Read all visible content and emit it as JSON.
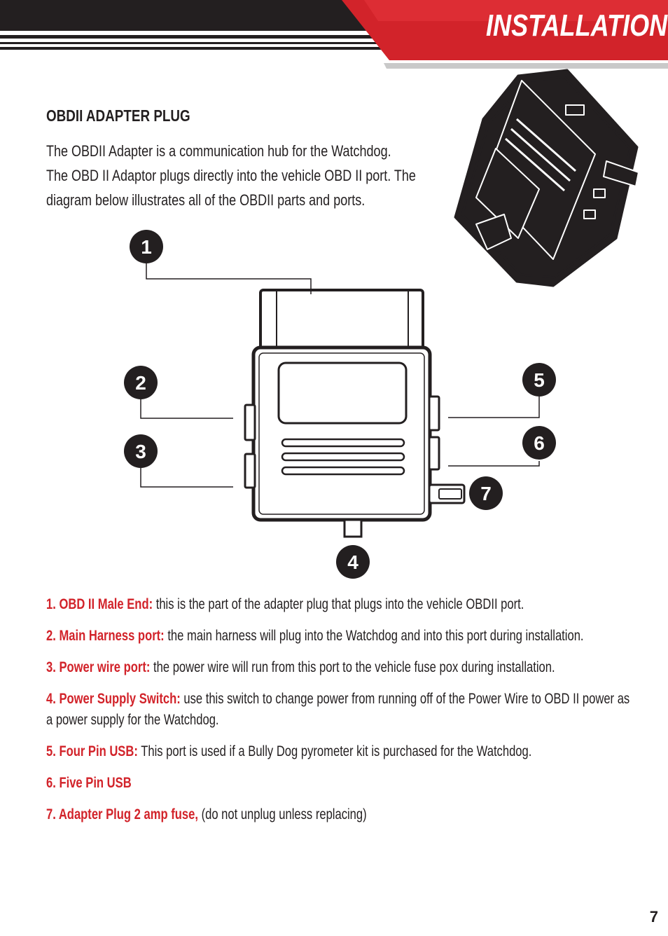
{
  "header": {
    "title": "INSTALLATION",
    "accent_color": "#d2232a",
    "bar_color": "#231f20"
  },
  "section": {
    "title": "OBDII ADAPTER PLUG"
  },
  "intro": {
    "lines": [
      "The OBDII Adapter is a communication hub for the Watchdog.",
      "The OBD II Adaptor plugs directly into the vehicle OBD II port. The",
      "diagram below illustrates all of the OBDII parts and ports."
    ]
  },
  "callouts": [
    "1",
    "2",
    "3",
    "4",
    "5",
    "6",
    "7"
  ],
  "parts": [
    {
      "label": "1. OBD II Male End:",
      "text": " this is the part of the adapter plug that plugs into the vehicle OBDII port."
    },
    {
      "label": "2. Main Harness port:",
      "text": " the main harness will plug into the Watchdog and into this port during installation."
    },
    {
      "label": "3. Power wire port:",
      "text": " the power wire will run from this port to the vehicle fuse pox during installation."
    },
    {
      "label": "4. Power Supply Switch:",
      "text": " use this switch to change power from running off of the Power Wire to OBD II power as a power supply for the Watchdog."
    },
    {
      "label": "5. Four Pin USB:",
      "text": " This port is used if a Bully Dog pyrometer kit is purchased for the Watchdog."
    },
    {
      "label": "6. Five Pin USB",
      "text": ""
    },
    {
      "label": "7. Adapter Plug 2 amp fuse,",
      "text": " (do not unplug unless replacing)"
    }
  ],
  "page_number": "7"
}
